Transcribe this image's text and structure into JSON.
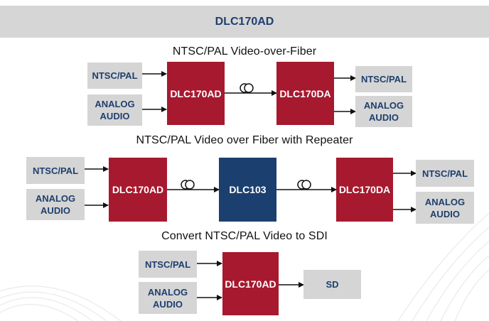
{
  "header": {
    "title": "DLC170AD"
  },
  "sections": {
    "s1": {
      "title": "NTSC/PAL  Video-over-Fiber",
      "in_video": "NTSC/PAL",
      "in_audio": [
        "ANALOG",
        "AUDIO"
      ],
      "encoder": "DLC170AD",
      "decoder": "DLC170DA",
      "out_video": "NTSC/PAL",
      "out_audio": [
        "ANALOG",
        "AUDIO"
      ]
    },
    "s2": {
      "title": "NTSC/PAL Video over Fiber with Repeater",
      "in_video": "NTSC/PAL",
      "in_audio": [
        "ANALOG",
        "AUDIO"
      ],
      "encoder": "DLC170AD",
      "repeater": "DLC103",
      "decoder": "DLC170DA",
      "out_video": "NTSC/PAL",
      "out_audio": [
        "ANALOG",
        "AUDIO"
      ]
    },
    "s3": {
      "title": "Convert NTSC/PAL Video  to SDI",
      "in_video": "NTSC/PAL",
      "in_audio": [
        "ANALOG",
        "AUDIO"
      ],
      "encoder": "DLC170AD",
      "output": "SD"
    }
  },
  "colors": {
    "header_bg": "#d6d6d6",
    "navy": "#1e3f6e",
    "device_red": "#a6192e",
    "device_blue": "#1b3f6e",
    "io_box_gray": "#d5d5d5"
  },
  "icons": [
    "fiber-coil-icon",
    "arrow-icon"
  ]
}
